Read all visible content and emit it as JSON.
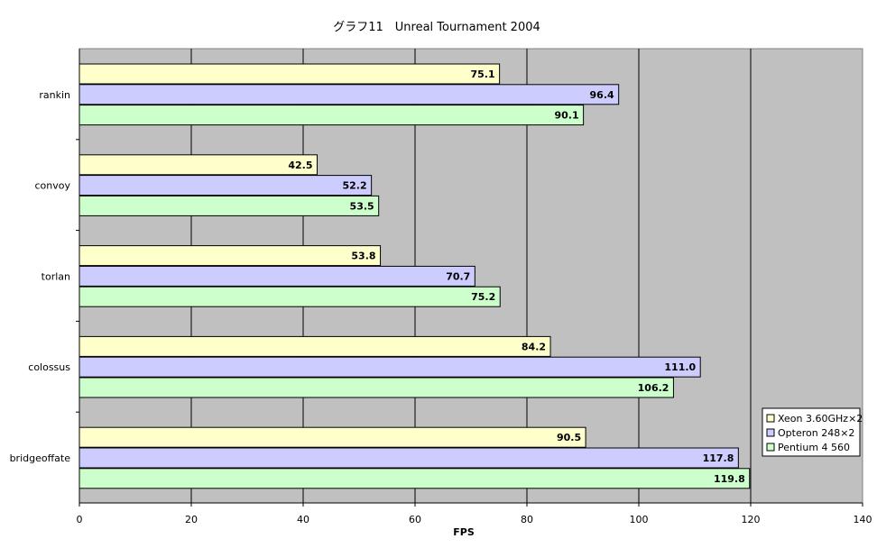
{
  "chart_data": {
    "type": "bar",
    "orientation": "horizontal",
    "title": "グラフ11　Unreal Tournament 2004",
    "xlabel": "FPS",
    "ylabel": "",
    "xlim": [
      0,
      140
    ],
    "xticks": [
      0,
      20,
      40,
      60,
      80,
      100,
      120,
      140
    ],
    "grid": true,
    "legend_position": "bottom-right",
    "categories": [
      "rankin",
      "convoy",
      "torlan",
      "colossus",
      "bridgeoffate"
    ],
    "series": [
      {
        "name": "Xeon 3.60GHz×2",
        "color": "#ffffcc",
        "values": [
          75.1,
          42.5,
          53.8,
          84.2,
          90.5
        ],
        "labels": [
          "75.1",
          "42.5",
          "53.8",
          "84.2",
          "90.5"
        ]
      },
      {
        "name": "Opteron 248×2",
        "color": "#ccccff",
        "values": [
          96.4,
          52.2,
          70.7,
          111.0,
          117.8
        ],
        "labels": [
          "96.4",
          "52.2",
          "70.7",
          "111.0",
          "117.8"
        ]
      },
      {
        "name": "Pentium 4 560",
        "color": "#ccffcc",
        "values": [
          90.1,
          53.5,
          75.2,
          106.2,
          119.8
        ],
        "labels": [
          "90.1",
          "53.5",
          "75.2",
          "106.2",
          "119.8"
        ]
      }
    ],
    "plot_background": "#c0c0c0",
    "gridline_color": "#000000"
  }
}
